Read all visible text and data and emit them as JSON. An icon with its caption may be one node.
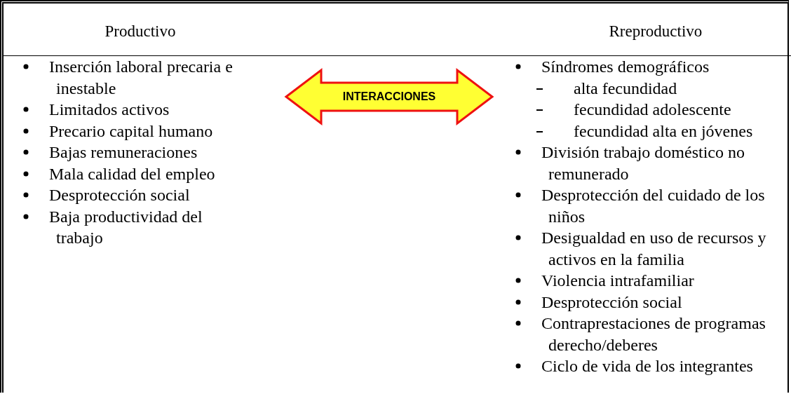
{
  "diagram": {
    "nodes": [
      {
        "text": [
          "Productivo",
          "Inserción laboral precaria e inestable",
          "Limitados activos",
          "Precario capital humano",
          "Bajas remuneraciones",
          "Mala calidad del empleo",
          "Desprotección social",
          "Baja productividad del trabajo"
        ]
      },
      {
        "text": [
          "Rreproductivo",
          "Síndromes demográficos",
          "alta fecundidad",
          "fecundidad adolescente",
          "fecundidad alta en jóvenes",
          "División trabajo doméstico no remunerado",
          "Desprotección del cuidado de los niños",
          "Desigualdad en uso de recursos y activos en la familia",
          "Violencia intrafamiliar",
          "Desprotección social",
          "Contraprestaciones de programas derecho/deberes",
          "Ciclo de vida de los integrantes"
        ]
      }
    ],
    "edges": [
      {
        "from": 0,
        "to": 1,
        "arrow": "both",
        "label": "INTERACCIONES"
      }
    ]
  }
}
